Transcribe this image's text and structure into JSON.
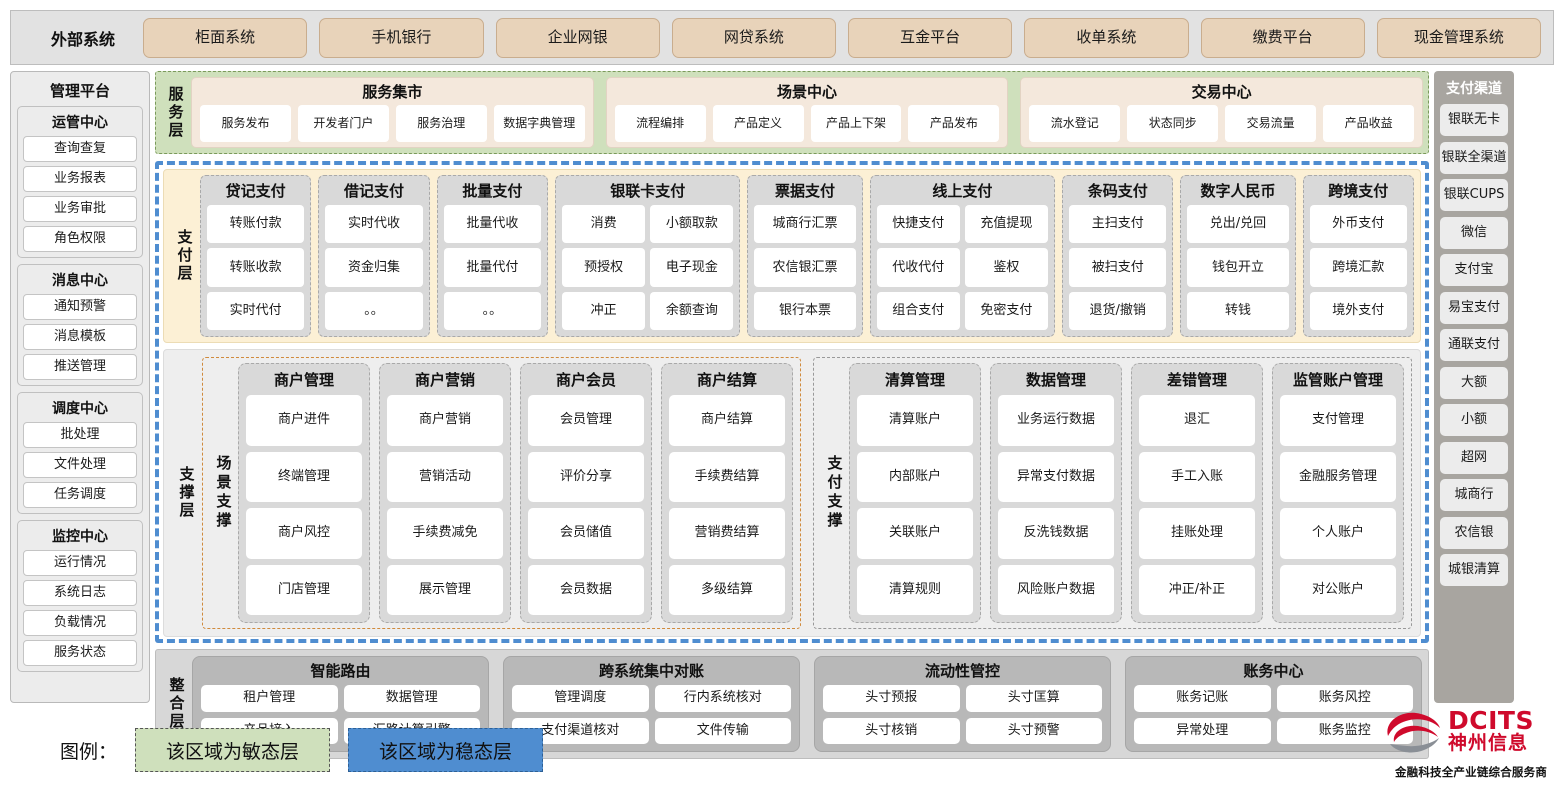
{
  "external": {
    "label": "外部系统",
    "items": [
      "柜面系统",
      "手机银行",
      "企业网银",
      "网贷系统",
      "互金平台",
      "收单系统",
      "缴费平台",
      "现金管理系统"
    ]
  },
  "management_platform": {
    "title": "管理平台",
    "groups": [
      {
        "title": "运管中心",
        "items": [
          "查询查复",
          "业务报表",
          "业务审批",
          "角色权限"
        ]
      },
      {
        "title": "消息中心",
        "items": [
          "通知预警",
          "消息模板",
          "推送管理"
        ]
      },
      {
        "title": "调度中心",
        "items": [
          "批处理",
          "文件处理",
          "任务调度"
        ]
      },
      {
        "title": "监控中心",
        "items": [
          "运行情况",
          "系统日志",
          "负载情况",
          "服务状态"
        ]
      }
    ]
  },
  "payment_channel": {
    "title": "支付渠道",
    "items": [
      "银联无卡",
      "银联全渠道",
      "银联CUPS",
      "微信",
      "支付宝",
      "易宝支付",
      "通联支付",
      "大额",
      "小额",
      "超网",
      "城商行",
      "农信银",
      "城银清算"
    ]
  },
  "service_layer": {
    "label": "服务层",
    "groups": [
      {
        "title": "服务集市",
        "items": [
          "服务发布",
          "开发者门户",
          "服务治理",
          "数据字典管理"
        ]
      },
      {
        "title": "场景中心",
        "items": [
          "流程编排",
          "产品定义",
          "产品上下架",
          "产品发布"
        ]
      },
      {
        "title": "交易中心",
        "items": [
          "流水登记",
          "状态同步",
          "交易流量",
          "产品收益"
        ]
      }
    ]
  },
  "payment_layer": {
    "label": "支付层",
    "columns": [
      {
        "title": "贷记支付",
        "cols": 1,
        "flex": 100,
        "items": [
          "转账付款",
          "转账收款",
          "实时代付"
        ]
      },
      {
        "title": "借记支付",
        "cols": 1,
        "flex": 100,
        "items": [
          "实时代收",
          "资金归集",
          "。。"
        ]
      },
      {
        "title": "批量支付",
        "cols": 1,
        "flex": 100,
        "items": [
          "批量代收",
          "批量代付",
          "。。"
        ]
      },
      {
        "title": "银联卡支付",
        "cols": 2,
        "flex": 176,
        "items": [
          "消费",
          "小额取款",
          "预授权",
          "电子现金",
          "冲正",
          "余额查询"
        ]
      },
      {
        "title": "票据支付",
        "cols": 1,
        "flex": 104,
        "items": [
          "城商行汇票",
          "农信银汇票",
          "银行本票"
        ]
      },
      {
        "title": "线上支付",
        "cols": 2,
        "flex": 176,
        "items": [
          "快捷支付",
          "充值提现",
          "代收代付",
          "鉴权",
          "组合支付",
          "免密支付"
        ]
      },
      {
        "title": "条码支付",
        "cols": 1,
        "flex": 100,
        "items": [
          "主扫支付",
          "被扫支付",
          "退货/撤销"
        ]
      },
      {
        "title": "数字人民币",
        "cols": 1,
        "flex": 104,
        "items": [
          "兑出/兑回",
          "钱包开立",
          "转钱"
        ]
      },
      {
        "title": "跨境支付",
        "cols": 1,
        "flex": 100,
        "items": [
          "外币支付",
          "跨境汇款",
          "境外支付"
        ]
      }
    ]
  },
  "support_layer": {
    "label": "支撑层",
    "zones": [
      {
        "label": "场景支撑",
        "style": "scene",
        "columns": [
          {
            "title": "商户管理",
            "items": [
              "商户进件",
              "终端管理",
              "商户风控",
              "门店管理"
            ]
          },
          {
            "title": "商户营销",
            "items": [
              "商户营销",
              "营销活动",
              "手续费减免",
              "展示管理"
            ]
          },
          {
            "title": "商户会员",
            "items": [
              "会员管理",
              "评价分享",
              "会员储值",
              "会员数据"
            ]
          },
          {
            "title": "商户结算",
            "items": [
              "商户结算",
              "手续费结算",
              "营销费结算",
              "多级结算"
            ]
          }
        ]
      },
      {
        "label": "支付支撑",
        "style": "paysup",
        "columns": [
          {
            "title": "清算管理",
            "items": [
              "清算账户",
              "内部账户",
              "关联账户",
              "清算规则"
            ]
          },
          {
            "title": "数据管理",
            "items": [
              "业务运行数据",
              "异常支付数据",
              "反洗钱数据",
              "风险账户数据"
            ]
          },
          {
            "title": "差错管理",
            "items": [
              "退汇",
              "手工入账",
              "挂账处理",
              "冲正/补正"
            ]
          },
          {
            "title": "监管账户管理",
            "items": [
              "支付管理",
              "金融服务管理",
              "个人账户",
              "对公账户"
            ]
          }
        ]
      }
    ]
  },
  "integration_layer": {
    "label": "整合层",
    "cards": [
      {
        "title": "智能路由",
        "items": [
          "租户管理",
          "数据管理",
          "产品接入",
          "汇路计算引擎"
        ]
      },
      {
        "title": "跨系统集中对账",
        "items": [
          "管理调度",
          "行内系统核对",
          "支付渠道核对",
          "文件传输"
        ]
      },
      {
        "title": "流动性管控",
        "items": [
          "头寸预报",
          "头寸匡算",
          "头寸核销",
          "头寸预警"
        ]
      },
      {
        "title": "账务中心",
        "items": [
          "账务记账",
          "账务风控",
          "异常处理",
          "账务监控"
        ]
      }
    ]
  },
  "legend": {
    "label": "图例：",
    "agile": "该区域为敏态层",
    "stable": "该区域为稳态层"
  },
  "brand": {
    "en": "DCITS",
    "cn": "神州信息",
    "tagline": "金融科技全产业链综合服务商"
  },
  "colors": {
    "agile_green": "#cfe0bc",
    "stable_blue": "#4f8dd0",
    "payment_cream": "#fcf0d5",
    "external_beige": "#e8d3ba",
    "brand_red": "#cf0a2c",
    "channel_gray": "#a8a5a0"
  }
}
